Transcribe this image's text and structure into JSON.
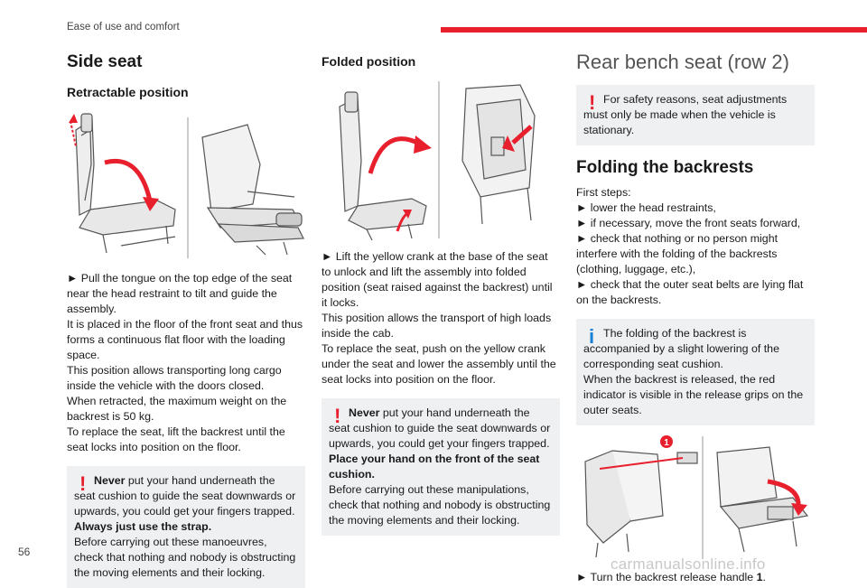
{
  "header": {
    "section": "Ease of use and comfort",
    "accent_color": "#e8202e"
  },
  "page_number": "56",
  "watermark": "carmanualsonline.info",
  "col1": {
    "title": "Side seat",
    "subtitle": "Retractable position",
    "body": [
      "► Pull the tongue on the top edge of the seat near the head restraint to tilt and guide the assembly.",
      "It is placed in the floor of the front seat and thus forms a continuous flat floor with the loading space.",
      "This position allows transporting long cargo inside the vehicle with the doors closed.",
      "When retracted, the maximum weight on the backrest is 50 kg.",
      "To replace the seat, lift the backrest until the seat locks into position on the floor."
    ],
    "warning": {
      "bold_start": "Never",
      "first": " put your hand underneath the seat cushion to guide the seat downwards or upwards, you could get your fingers trapped.",
      "bold_line": "Always just use the strap.",
      "rest": "Before carrying out these manoeuvres, check that nothing and nobody is obstructing the moving elements and their locking."
    }
  },
  "col2": {
    "subtitle": "Folded position",
    "body": [
      "► Lift the yellow crank at the base of the seat to unlock and lift the assembly into folded position (seat raised against the backrest) until it locks.",
      "This position allows the transport of high loads inside the cab.",
      "To replace the seat, push on the yellow crank under the seat and lower the assembly until the seat locks into position on the floor."
    ],
    "warning": {
      "bold_start": "Never",
      "first": " put your hand underneath the seat cushion to guide the seat downwards or upwards, you could get your fingers trapped.",
      "bold_line": "Place your hand on the front of the seat cushion.",
      "rest": "Before carrying out these manipulations, check that nothing and nobody is obstructing the moving elements and their locking."
    }
  },
  "col3": {
    "title": "Rear bench seat (row 2)",
    "safety": "For safety reasons, seat adjustments must only be made when the vehicle is stationary.",
    "heading": "Folding the backrests",
    "steps_intro": "First steps:",
    "steps": [
      "► lower the head restraints,",
      "► if necessary, move the front seats forward,",
      "► check that nothing or no person might interfere with the folding of the backrests (clothing, luggage, etc.),",
      "► check that the outer seat belts are lying flat on the backrests."
    ],
    "info": {
      "first": "The folding of the backrest is accompanied by a slight lowering of the corresponding seat cushion.",
      "second": "When the backrest is released, the red indicator is visible in the release grips on the outer seats."
    },
    "callout": "1",
    "final_text": "► Turn the backrest release handle ",
    "final_bold": "1",
    "final_end": "."
  }
}
